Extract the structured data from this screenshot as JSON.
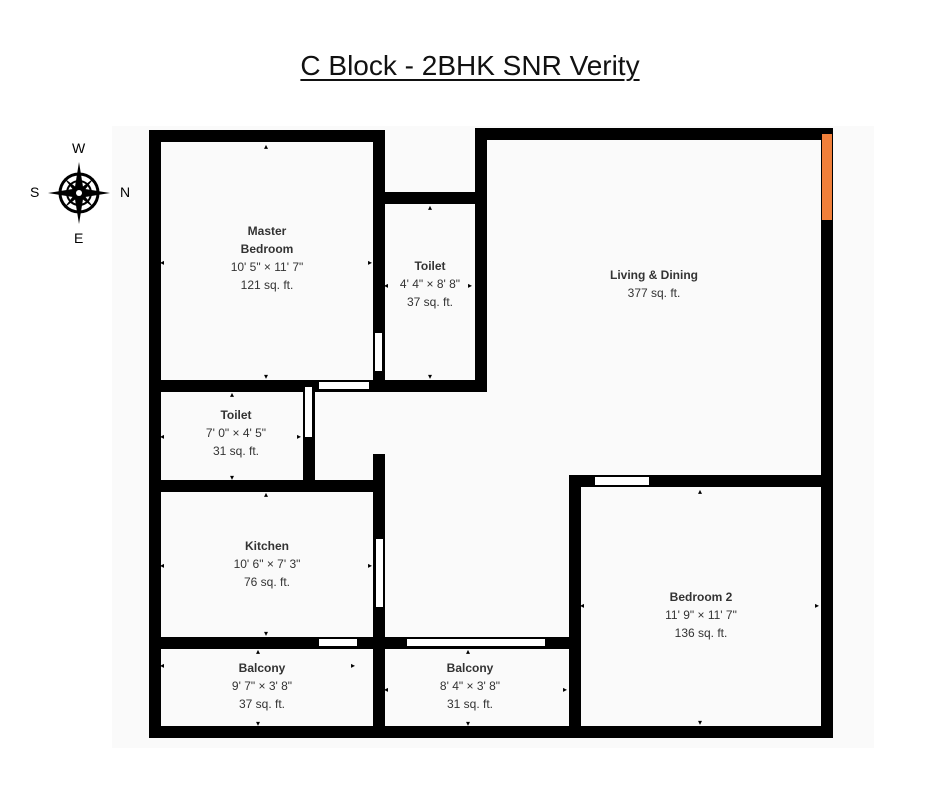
{
  "title": "C Block - 2BHK SNR Verity",
  "compass": {
    "north": "N",
    "south": "S",
    "east": "E",
    "west": "W"
  },
  "rooms": {
    "master_bedroom": {
      "name_line1": "Master",
      "name_line2": "Bedroom",
      "dims": "10' 5\" × 11' 7\"",
      "area": "121 sq. ft."
    },
    "toilet_1": {
      "name": "Toilet",
      "dims": "4' 4\" × 8' 8\"",
      "area": "37 sq. ft."
    },
    "living_dining": {
      "name": "Living & Dining",
      "area": "377 sq. ft."
    },
    "toilet_2": {
      "name": "Toilet",
      "dims": "7' 0\" × 4' 5\"",
      "area": "31 sq. ft."
    },
    "kitchen": {
      "name": "Kitchen",
      "dims": "10' 6\" × 7' 3\"",
      "area": "76 sq. ft."
    },
    "bedroom_2": {
      "name": "Bedroom 2",
      "dims": "11' 9\" × 11' 7\"",
      "area": "136 sq. ft."
    },
    "balcony_1": {
      "name": "Balcony",
      "dims": "9' 7\" × 3' 8\"",
      "area": "37 sq. ft."
    },
    "balcony_2": {
      "name": "Balcony",
      "dims": "8' 4\" × 3' 8\"",
      "area": "31 sq. ft."
    }
  },
  "colors": {
    "wall": "#000000",
    "accent_wall": "#f07f3a",
    "background": "#ffffff"
  }
}
